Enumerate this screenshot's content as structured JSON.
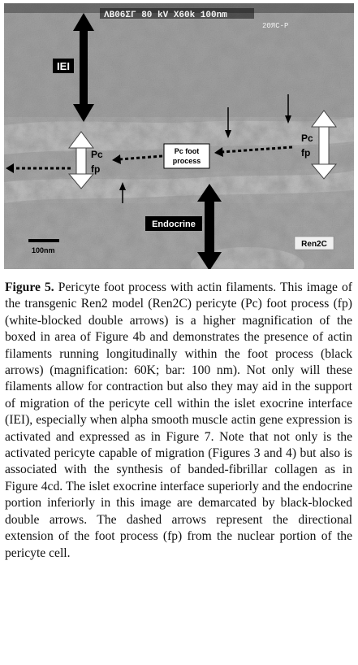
{
  "micrograph": {
    "header_text": "ΛВ06ΣΓ 80 kV X60k 100nm",
    "header_sub": "2ΘЯC-P",
    "labels": {
      "iei": "IEI",
      "pc_fp_left_1": "Pc",
      "pc_fp_left_2": "fp",
      "pc_foot_process_1": "Pc foot",
      "pc_foot_process_2": "process",
      "pc_fp_right_1": "Pc",
      "pc_fp_right_2": "fp",
      "endocrine": "Endocrine",
      "scale_bar": "100nm",
      "model": "Ren2C"
    }
  },
  "caption": {
    "figure_label": "Figure 5.",
    "text": " Pericyte foot process with actin filaments. This image of the transgenic Ren2 model (Ren2C) pericyte (Pc) foot process (fp) (white-blocked double arrows) is a higher magnification of the boxed in area of Figure 4b and demonstrates the presence of actin filaments running longitudinally within the foot process (black arrows) (magnification: 60K; bar: 100 nm). Not only will these filaments allow for contraction but also they may aid in the support of migration of the pericyte cell within the islet exocrine interface (IEI), especially when alpha smooth muscle actin gene expression is activated and expressed as in Figure 7. Note that not only is the activated pericyte capable of migration (Figures 3 and 4) but also is associated with the synthesis of banded-fibrillar collagen as in Figure 4cd. The islet exocrine interface superiorly and the endocrine portion inferiorly in this image are demarcated by black-blocked double arrows. The dashed arrows represent the directional extension of the foot process (fp) from the nuclear portion of the pericyte cell."
  }
}
